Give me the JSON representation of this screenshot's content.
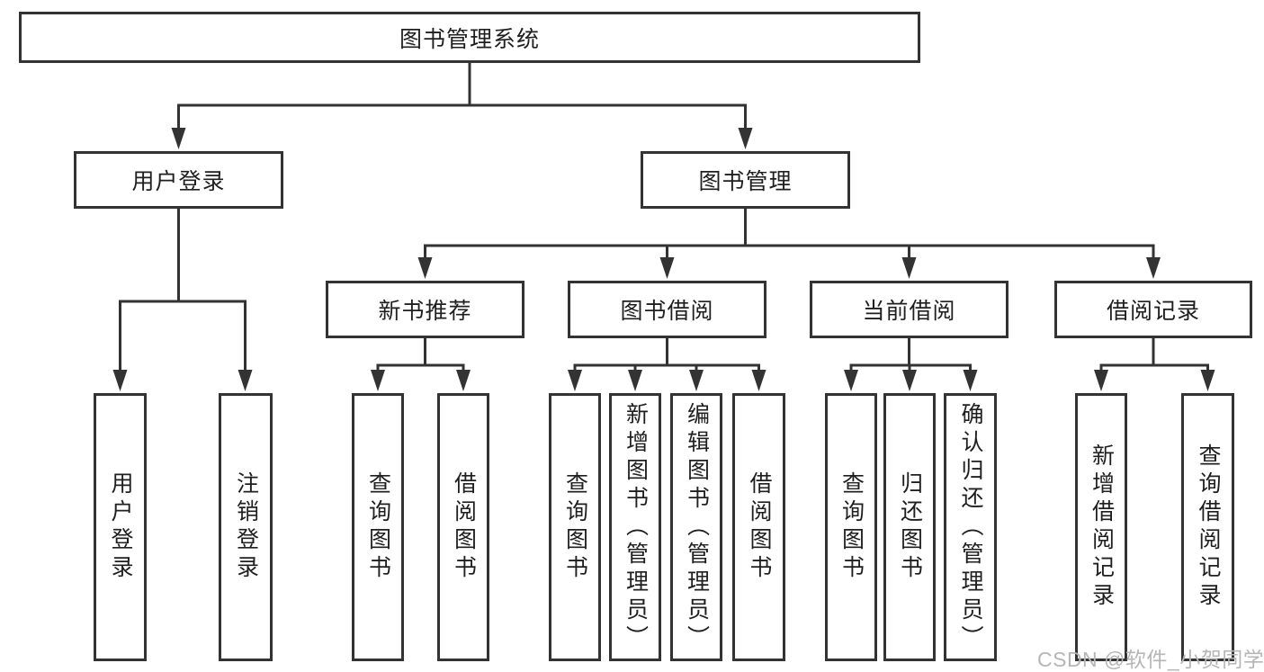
{
  "tree": {
    "root": {
      "label": "图书管理系统"
    },
    "level1": [
      {
        "label": "用户登录",
        "children": [
          {
            "label": "用户登录"
          },
          {
            "label": "注销登录"
          }
        ]
      },
      {
        "label": "图书管理",
        "children": [
          {
            "label": "新书推荐",
            "children": [
              {
                "label": "查询图书"
              },
              {
                "label": "借阅图书"
              }
            ]
          },
          {
            "label": "图书借阅",
            "children": [
              {
                "label": "查询图书"
              },
              {
                "label": "新增图书（管理员）"
              },
              {
                "label": "编辑图书（管理员）"
              },
              {
                "label": "借阅图书"
              }
            ]
          },
          {
            "label": "当前借阅",
            "children": [
              {
                "label": "查询图书"
              },
              {
                "label": "归还图书"
              },
              {
                "label": "确认归还（管理员）"
              }
            ]
          },
          {
            "label": "借阅记录",
            "children": [
              {
                "label": "新增借阅记录"
              },
              {
                "label": "查询借阅记录"
              }
            ]
          }
        ]
      }
    ]
  },
  "watermark": {
    "text": "CSDN @软件_小贺同学",
    "color": "#b6b6b6"
  },
  "colors": {
    "line": "#333333",
    "text": "#1f1f1f",
    "box_background": "#ffffff"
  }
}
